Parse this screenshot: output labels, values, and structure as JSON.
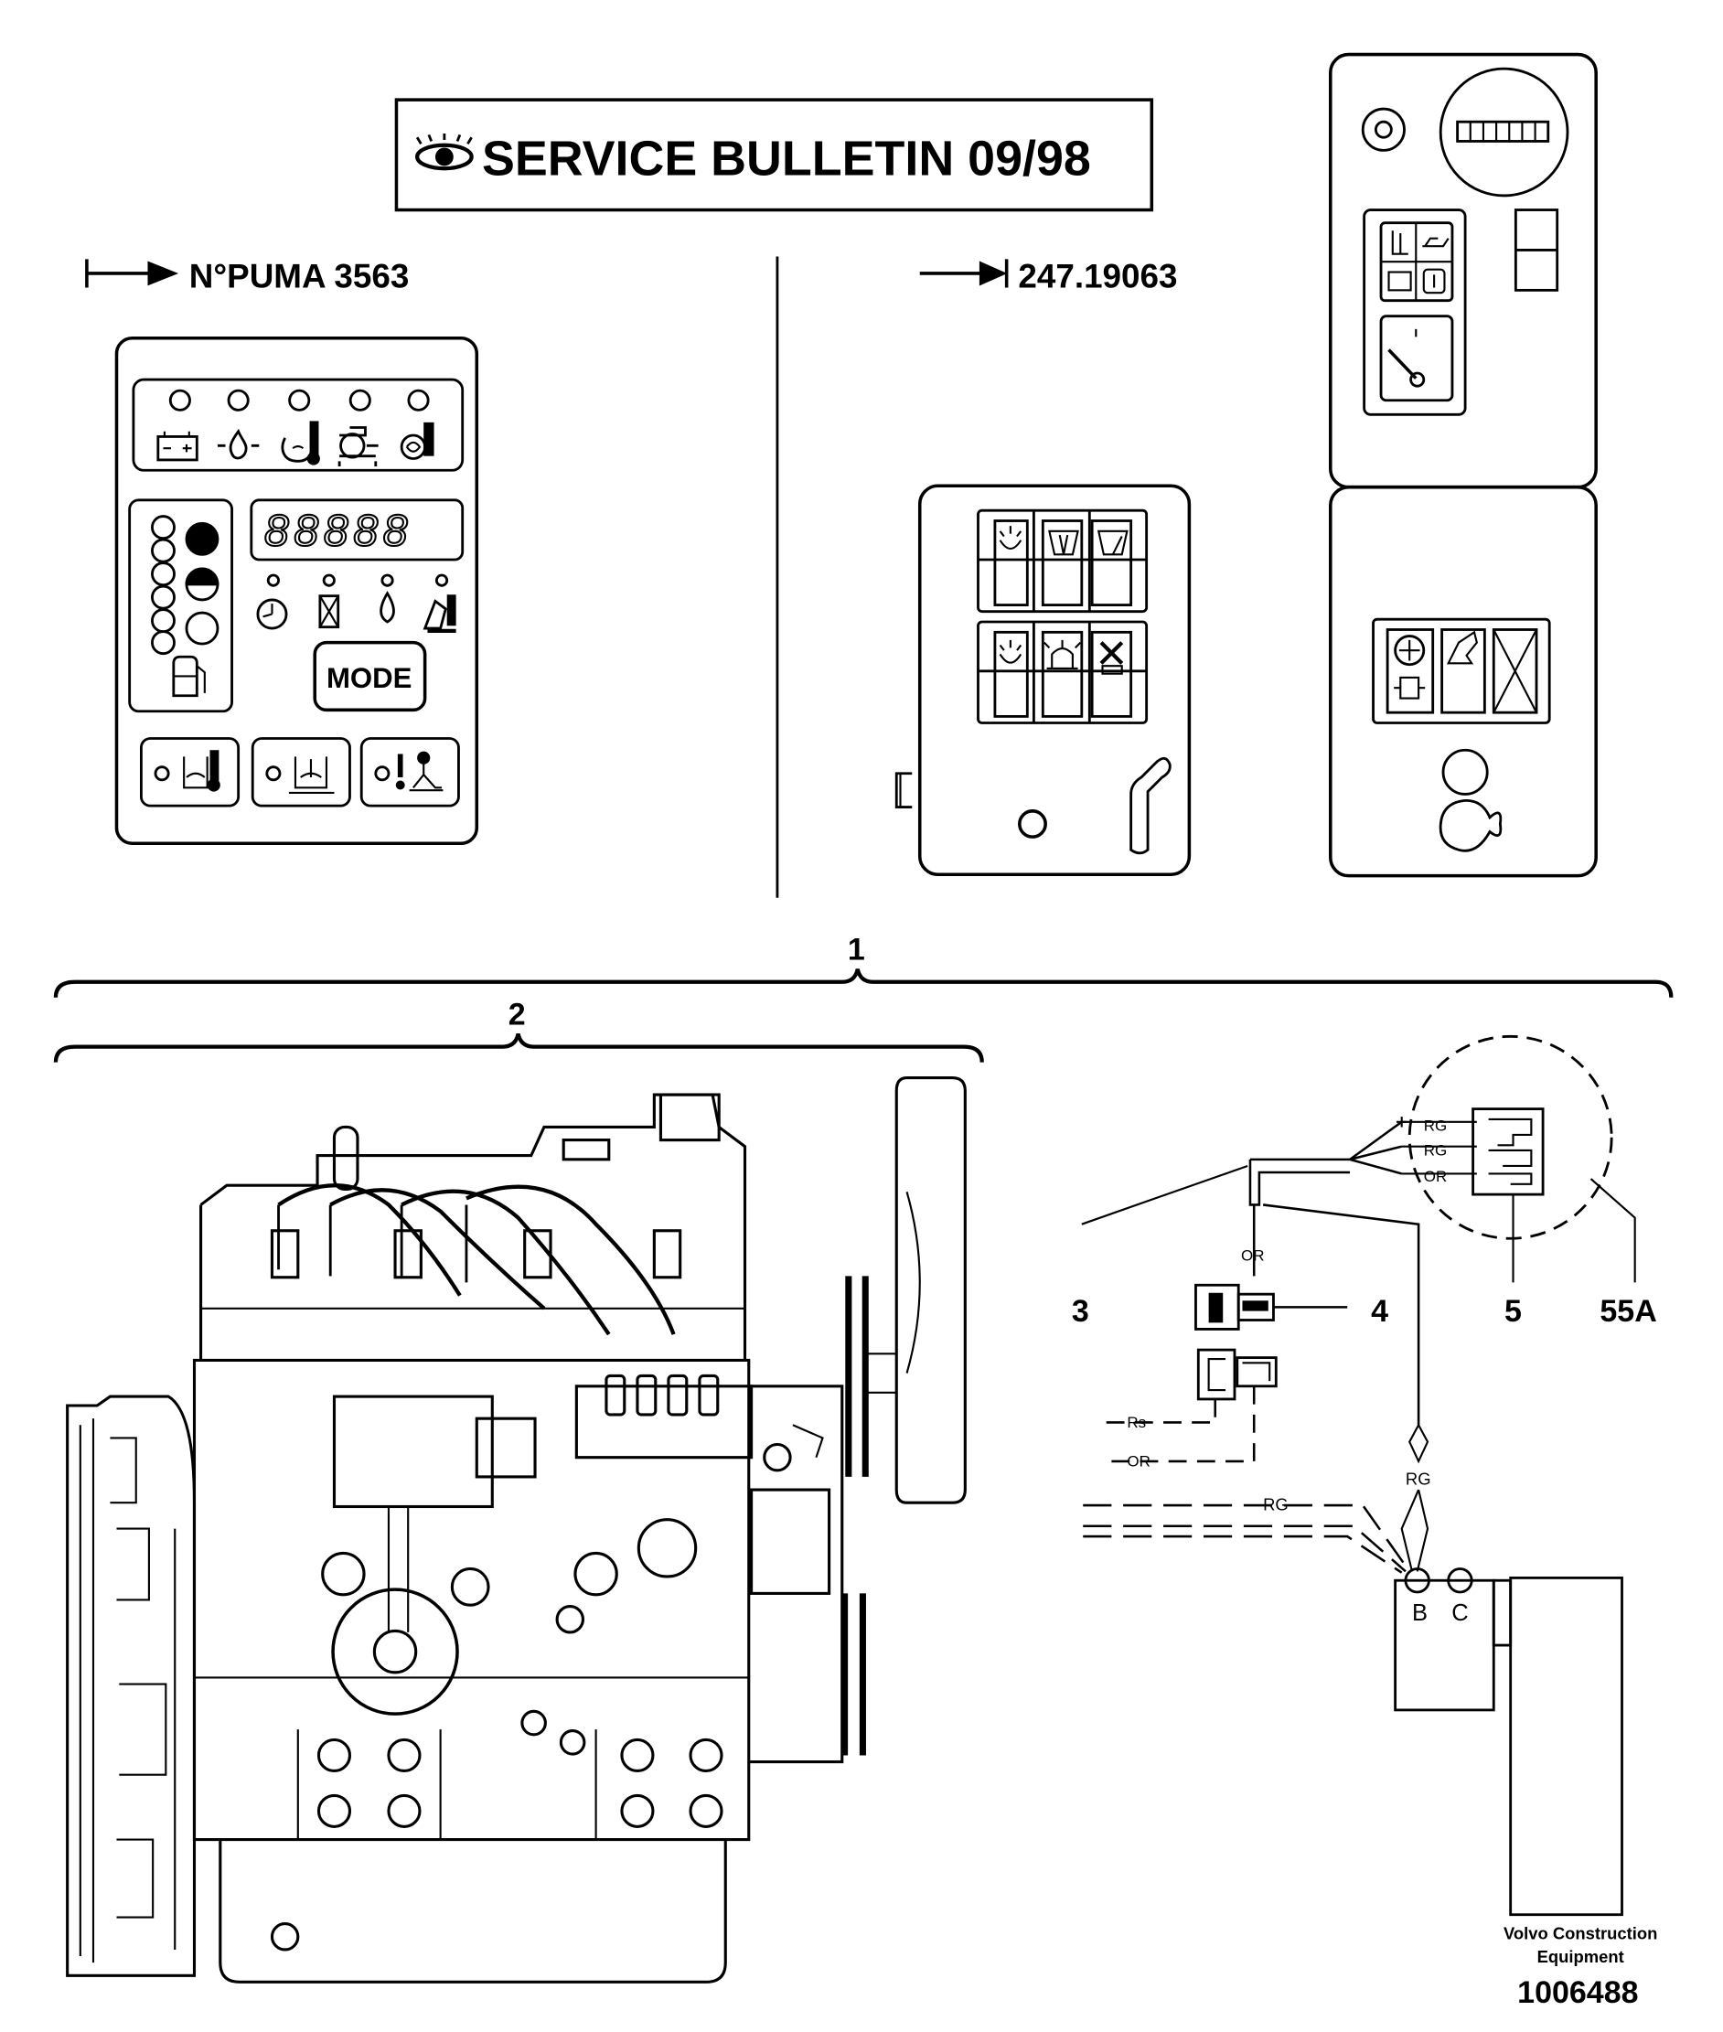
{
  "header": {
    "title": "SERVICE BULLETIN 09/98",
    "icon": "eye-icon"
  },
  "range_from": {
    "label": "N°PUMA 3563",
    "icon": "arrow-from-icon"
  },
  "range_to": {
    "label": "247.19063",
    "icon": "arrow-to-icon"
  },
  "panel_old": {
    "mode_button": "MODE",
    "display_digits": "88888"
  },
  "callouts": {
    "c1": "1",
    "c2": "2",
    "c3": "3",
    "c4": "4",
    "c5": "5",
    "c55a": "55A"
  },
  "wires": {
    "rg1": "RG",
    "rg2": "RG",
    "or1": "OR",
    "or2": "OR",
    "rs": "Rs",
    "or3": "OR",
    "rg3": "RG",
    "rg4": "RG"
  },
  "terminals": {
    "b": "B",
    "c": "C"
  },
  "footer": {
    "brand_line1": "Volvo Construction",
    "brand_line2": "Equipment",
    "doc_number": "1006488"
  },
  "colors": {
    "ink": "#000000",
    "paper": "#ffffff"
  }
}
